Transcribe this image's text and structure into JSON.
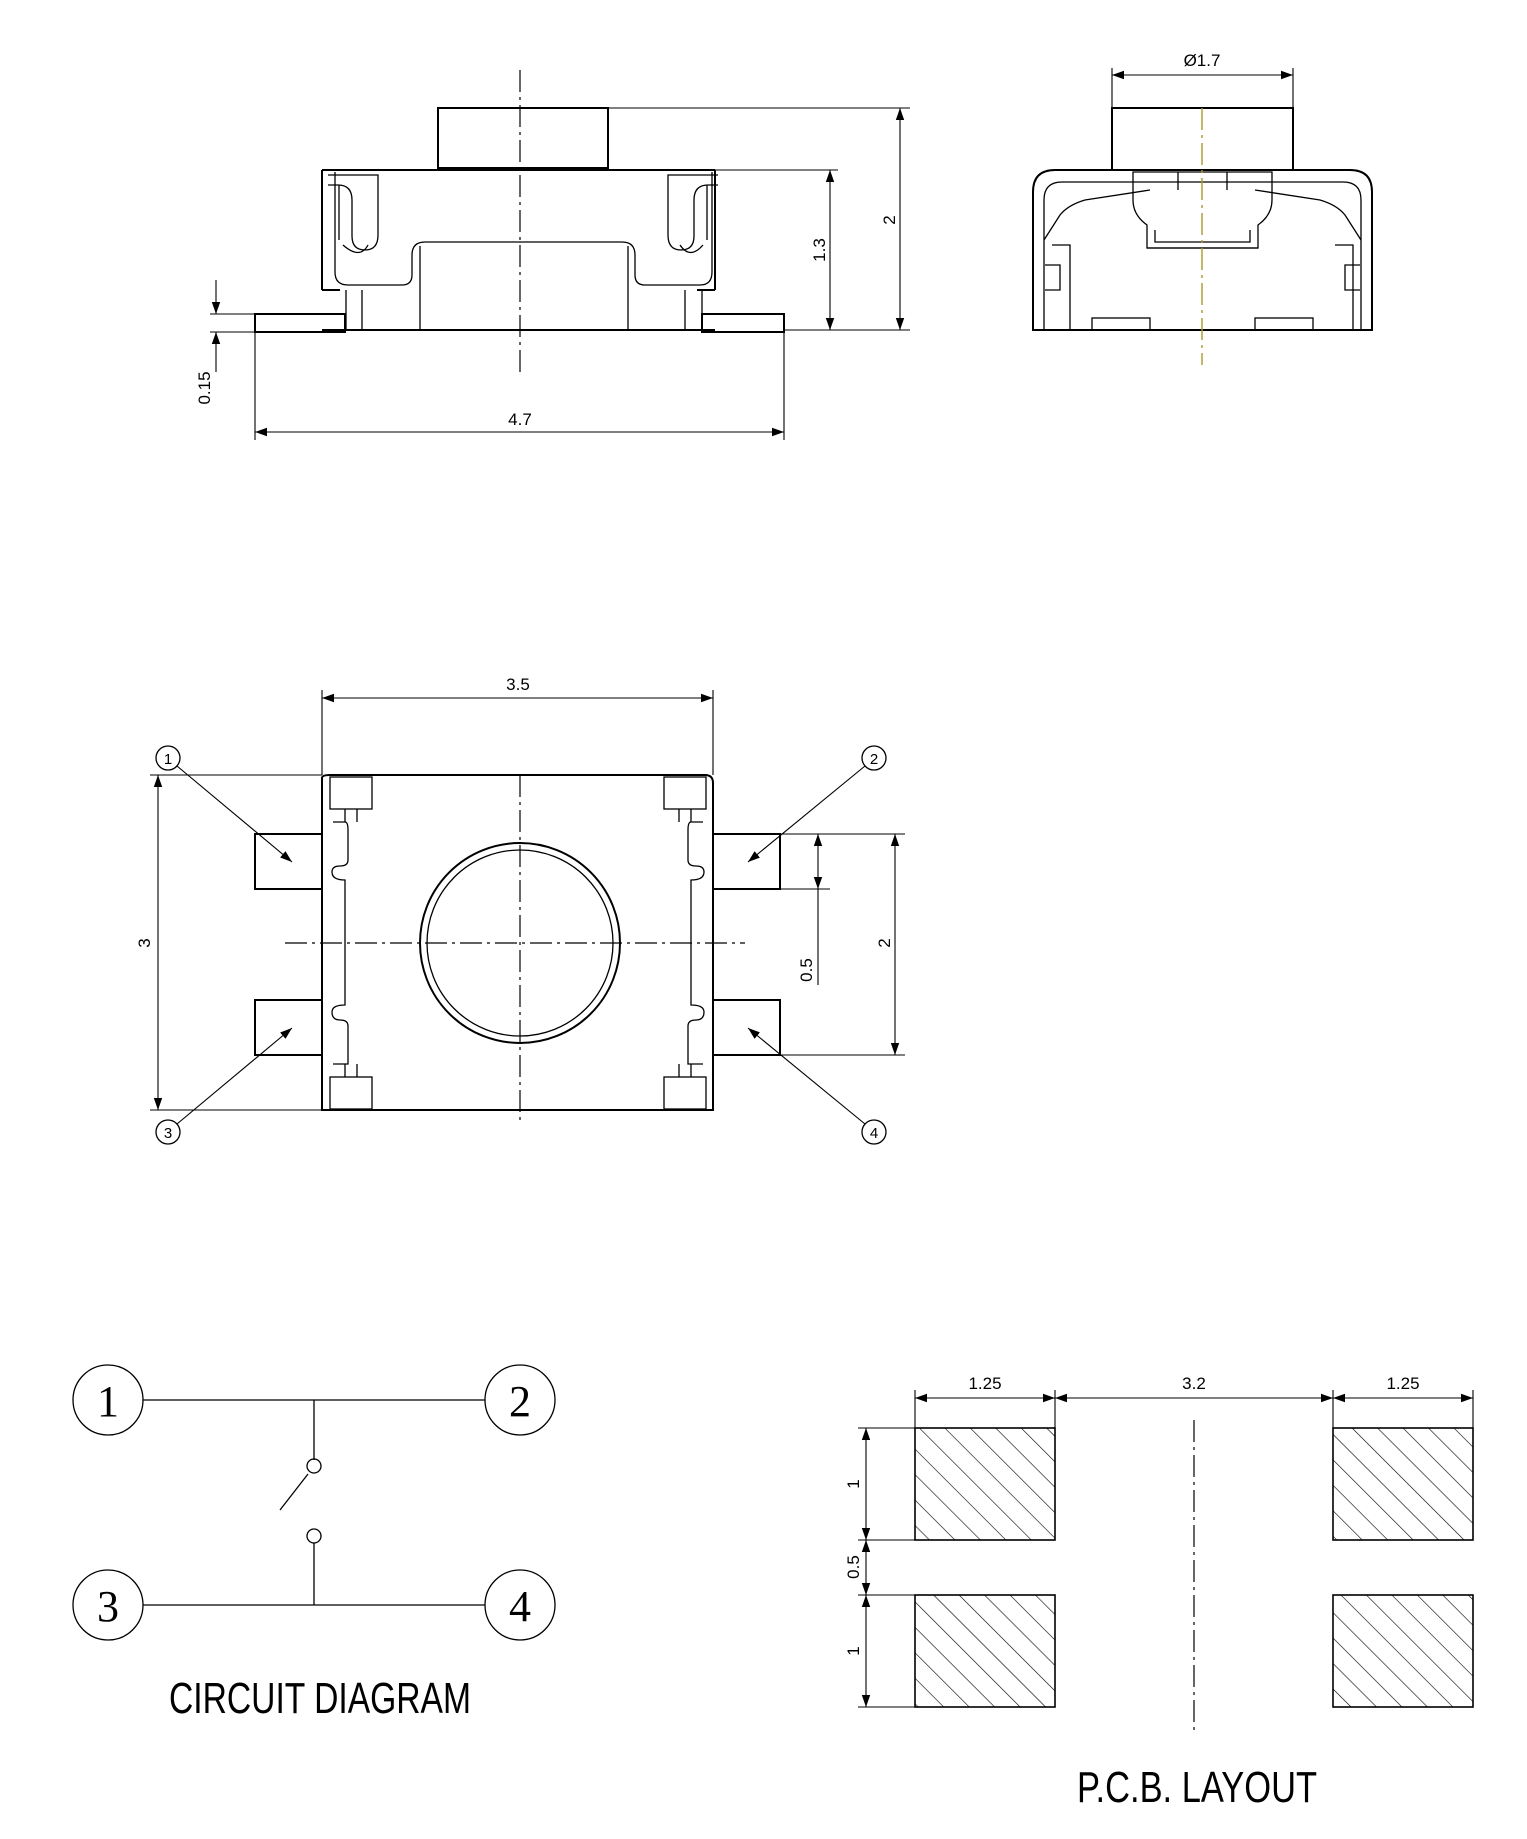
{
  "front_view": {
    "dim_height_total": "2",
    "dim_height_body": "1.3",
    "dim_lead_thickness": "0.15",
    "dim_length": "4.7"
  },
  "side_view": {
    "dim_stem_diameter": "Ø1.7"
  },
  "top_view": {
    "dim_width": "3.5",
    "dim_height": "3",
    "dim_lead_width": "0.5",
    "dim_lead_span": "2",
    "pins": [
      "1",
      "2",
      "3",
      "4"
    ]
  },
  "circuit": {
    "pins": [
      "1",
      "2",
      "3",
      "4"
    ],
    "caption": "CIRCUIT DIAGRAM"
  },
  "pcb": {
    "dim_pad_width_left": "1.25",
    "dim_gap": "3.2",
    "dim_pad_width_right": "1.25",
    "dim_pad_height_top": "1",
    "dim_pad_gap": "0.5",
    "dim_pad_height_bottom": "1",
    "caption": "P.C.B. LAYOUT"
  }
}
